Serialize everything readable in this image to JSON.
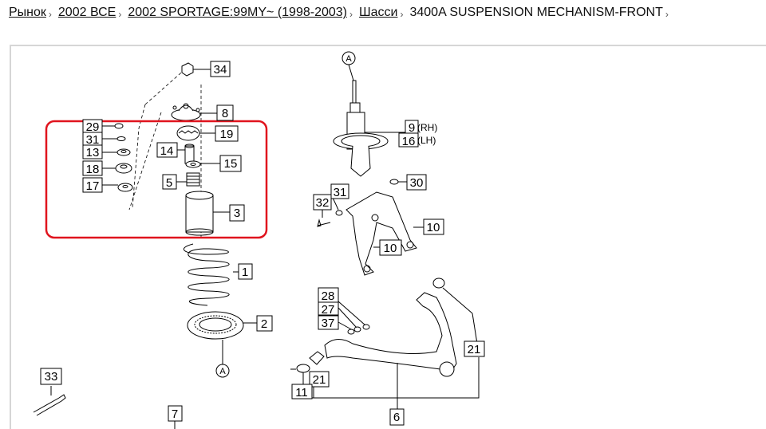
{
  "breadcrumb": {
    "items": [
      {
        "label": "Рынок"
      },
      {
        "label": "2002 ВСЕ"
      },
      {
        "label": "2002 SPORTAGE:99MY~ (1998-2003)"
      },
      {
        "label": "Шасси"
      }
    ],
    "separator": "›",
    "current": "3400A SUSPENSION MECHANISM-FRONT",
    "trailing_separator": "›"
  },
  "diagram": {
    "highlight_color": "#e0141e",
    "callouts": {
      "c34": "34",
      "c8": "8",
      "c29": "29",
      "c31a": "31",
      "c13": "13",
      "c18": "18",
      "c17": "17",
      "c19": "19",
      "c14": "14",
      "c15": "15",
      "c5": "5",
      "c3": "3",
      "c1": "1",
      "c2": "2",
      "c33": "33",
      "c7": "7",
      "c9": "9",
      "c16": "16",
      "c30": "30",
      "c32": "32",
      "c31b": "31",
      "c10a": "10",
      "c10b": "10",
      "c28": "28",
      "c27": "27",
      "c37": "37",
      "c21a": "21",
      "c21b": "21",
      "c11": "11",
      "c6": "6"
    },
    "rh_label": "(RH)",
    "lh_label": "(LH)",
    "ref_a": "A"
  }
}
